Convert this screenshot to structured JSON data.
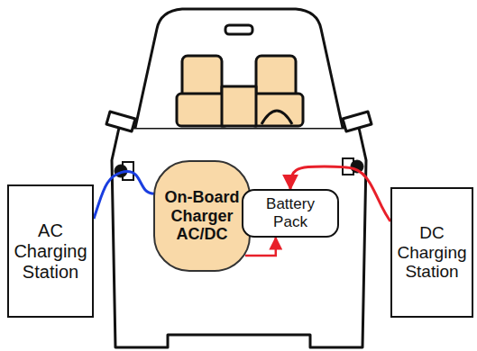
{
  "diagram": {
    "nodes": [
      {
        "text": [
          "AC Charging Station"
        ]
      },
      {
        "text": [
          "On-Board Charger AC/DC"
        ]
      },
      {
        "text": [
          "Battery Pack"
        ]
      },
      {
        "text": [
          "DC Charging Station"
        ]
      }
    ],
    "edges": [
      {
        "from": 0,
        "to": 1,
        "arrow": "none"
      },
      {
        "from": 1,
        "to": 2,
        "arrow": "to"
      },
      {
        "from": 3,
        "to": 2,
        "arrow": "to"
      }
    ]
  }
}
